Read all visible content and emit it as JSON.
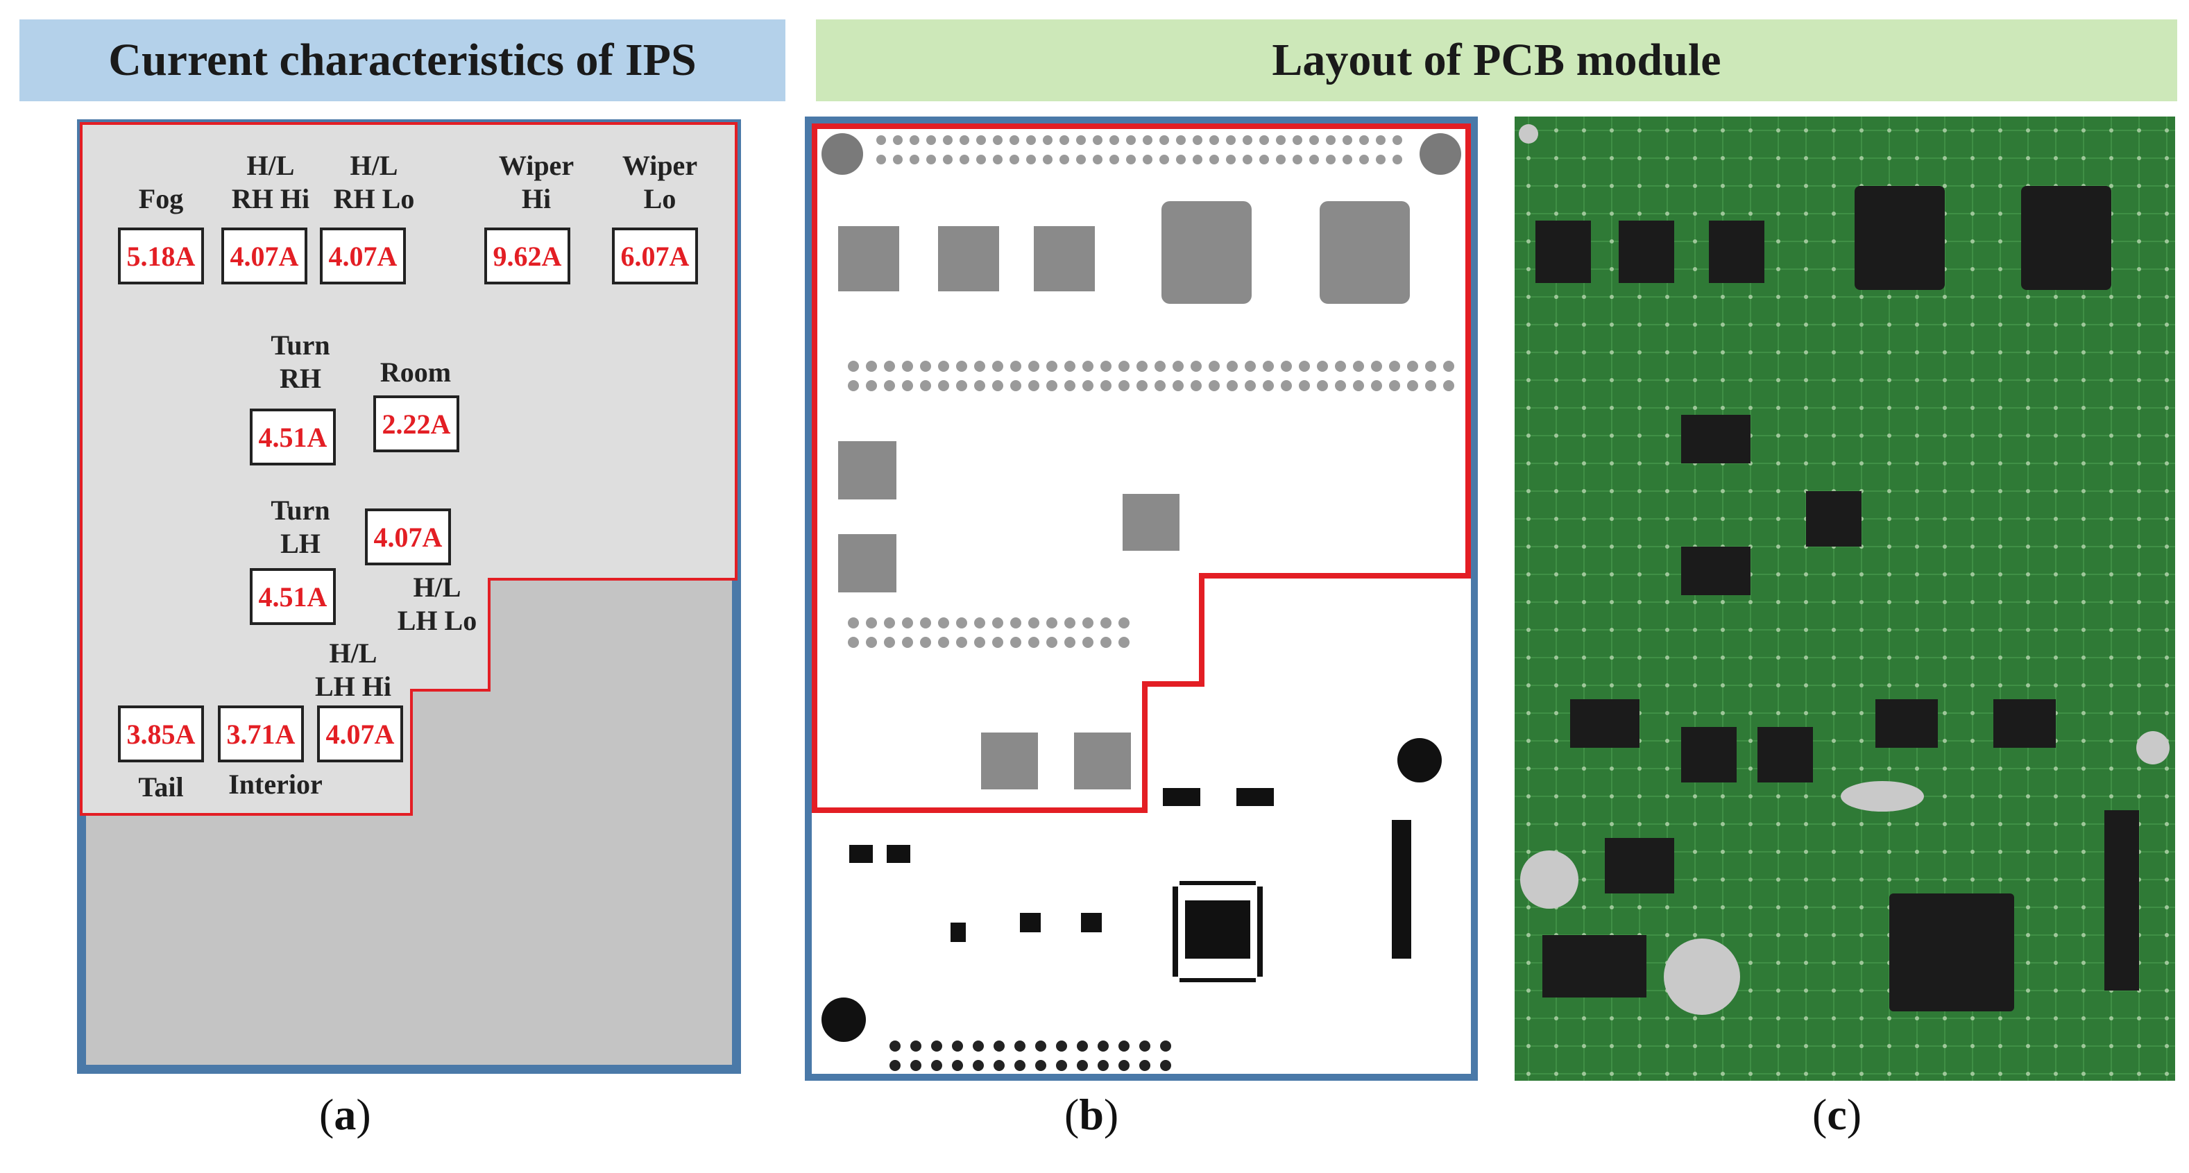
{
  "headers": {
    "left": "Current characteristics of IPS",
    "right": "Layout of PCB module"
  },
  "panel_a": {
    "fog": {
      "label": "Fog",
      "value": "5.18A"
    },
    "hl_rh_hi": {
      "label": "H/L\nRH Hi",
      "value": "4.07A"
    },
    "hl_rh_lo": {
      "label": "H/L\nRH Lo",
      "value": "4.07A"
    },
    "wiper_hi": {
      "label": "Wiper\nHi",
      "value": "9.62A"
    },
    "wiper_lo": {
      "label": "Wiper\nLo",
      "value": "6.07A"
    },
    "turn_rh": {
      "label": "Turn\nRH",
      "value": "4.51A"
    },
    "room": {
      "label": "Room",
      "value": "2.22A"
    },
    "turn_lh": {
      "label": "Turn\nLH",
      "value": "4.51A"
    },
    "hl_lh_lo": {
      "label": "H/L\nLH Lo",
      "value": "4.07A"
    },
    "hl_lh_hi": {
      "label": "H/L\nLH Hi",
      "value": "4.07A"
    },
    "tail": {
      "label": "Tail",
      "value": "3.85A"
    },
    "interior": {
      "label": "Interior",
      "value": "3.71A"
    }
  },
  "captions": {
    "a": "a",
    "b": "b",
    "c": "c"
  },
  "colors": {
    "banner_left": "#b4d1ea",
    "banner_right": "#cde8b9",
    "panel_border": "#4a79a8",
    "highlight_outline": "#e31e24",
    "current_text": "#e31e24",
    "pcb_green": "#2f7a36"
  }
}
